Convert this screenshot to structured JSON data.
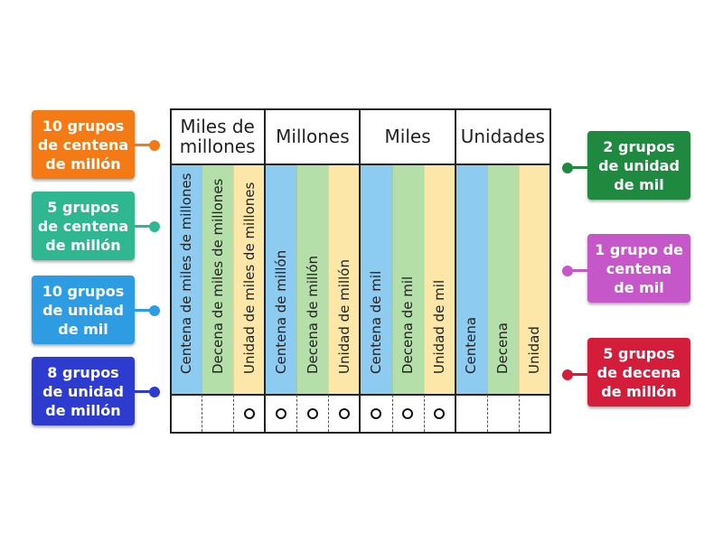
{
  "labels_left": [
    {
      "text": "10 grupos\nde centena\nde millón",
      "color": "#f47a16"
    },
    {
      "text": "5 grupos\nde centena\nde millón",
      "color": "#2fb791"
    },
    {
      "text": "10 grupos\nde unidad\nde mil",
      "color": "#2e9ce3"
    },
    {
      "text": "8 grupos\nde unidad\nde millón",
      "color": "#2d3ccf"
    }
  ],
  "labels_right": [
    {
      "text": "2 grupos\nde unidad\nde mil",
      "color": "#1f8a3f"
    },
    {
      "text": "1 grupo de\ncentena\nde mil",
      "color": "#c657c9"
    },
    {
      "text": "5 grupos\nde decena\nde millón",
      "color": "#d41d3a"
    }
  ],
  "table": {
    "headers": [
      "Miles de\nmillones",
      "Millones",
      "Miles",
      "Unidades"
    ],
    "columns": [
      "Centena de miles de millones",
      "Decena de miles de millones",
      "Unidad de miles de millones",
      "Centena de millón",
      "Decena de millón",
      "Unidad de millón",
      "Centena de mil",
      "Decena de mil",
      "Unidad de mil",
      "Centena",
      "Decena",
      "Unidad"
    ],
    "column_colors": [
      "#8ecbf0",
      "#b5dfa9",
      "#fde7a8"
    ],
    "digits": [
      "",
      "",
      "0",
      "0",
      "0",
      "0",
      "0",
      "0",
      "0",
      "",
      "",
      ""
    ]
  }
}
